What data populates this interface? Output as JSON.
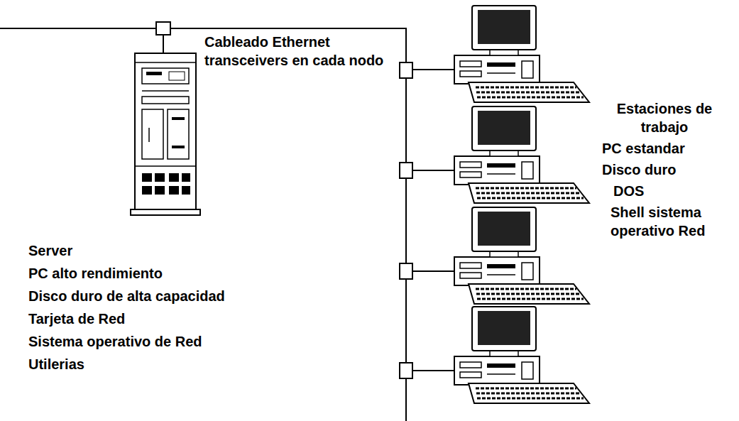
{
  "diagram": {
    "labels": [
      "Cableado Ethernet",
      "transceivers en cada nodo",
      "Server",
      "PC alto rendimiento",
      "Disco duro de alta capacidad",
      "Tarjeta de Red",
      "Sistema operativo de Red",
      "Utilerias",
      "Estaciones de trabajo",
      "PC estandar",
      "Disco duro",
      "DOS",
      "Shell sistema operativo Red"
    ]
  }
}
